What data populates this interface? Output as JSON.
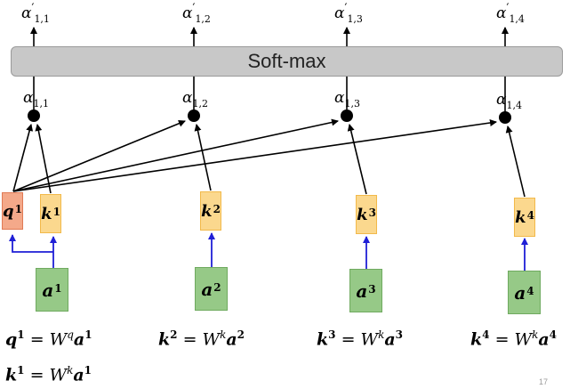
{
  "softmax": {
    "label": "Soft-max"
  },
  "alpha_outputs": [
    {
      "base": "α",
      "prime": "′",
      "sub": "1,1"
    },
    {
      "base": "α",
      "prime": "′",
      "sub": "1,2"
    },
    {
      "base": "α",
      "prime": "′",
      "sub": "1,3"
    },
    {
      "base": "α",
      "prime": "′",
      "sub": "1,4"
    }
  ],
  "alpha_scores": [
    {
      "base": "α",
      "sub": "1,1"
    },
    {
      "base": "α",
      "sub": "1,2"
    },
    {
      "base": "α",
      "sub": "1,3"
    },
    {
      "base": "α",
      "sub": "1,4"
    }
  ],
  "query": {
    "base": "q",
    "sup": "1"
  },
  "keys": [
    {
      "base": "k",
      "sup": "1"
    },
    {
      "base": "k",
      "sup": "2"
    },
    {
      "base": "k",
      "sup": "3"
    },
    {
      "base": "k",
      "sup": "4"
    }
  ],
  "inputs": [
    {
      "base": "a",
      "sup": "1"
    },
    {
      "base": "a",
      "sup": "2"
    },
    {
      "base": "a",
      "sup": "3"
    },
    {
      "base": "a",
      "sup": "4"
    }
  ],
  "equations": [
    {
      "lhs": "q",
      "lhs_sup": "1",
      "op": "=",
      "w": "W",
      "w_sup": "q",
      "rhs": "a",
      "rhs_sup": "1"
    },
    {
      "lhs": "k",
      "lhs_sup": "2",
      "op": "=",
      "w": "W",
      "w_sup": "k",
      "rhs": "a",
      "rhs_sup": "2"
    },
    {
      "lhs": "k",
      "lhs_sup": "3",
      "op": "=",
      "w": "W",
      "w_sup": "k",
      "rhs": "a",
      "rhs_sup": "3"
    },
    {
      "lhs": "k",
      "lhs_sup": "4",
      "op": "=",
      "w": "W",
      "w_sup": "k",
      "rhs": "a",
      "rhs_sup": "4"
    },
    {
      "lhs": "k",
      "lhs_sup": "1",
      "op": "=",
      "w": "W",
      "w_sup": "k",
      "rhs": "a",
      "rhs_sup": "1"
    }
  ],
  "page_number": "17",
  "colors": {
    "arrow_black": "#000000",
    "arrow_blue": "#1f1fd6",
    "query_fill": "#f4a98a",
    "key_fill": "#fbd88e",
    "input_fill": "#96c987",
    "softmax_fill": "#c8c8c8"
  }
}
